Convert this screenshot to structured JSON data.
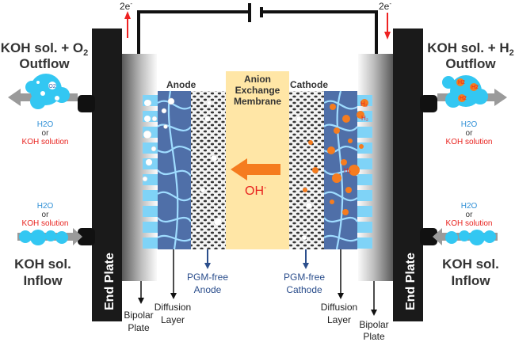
{
  "electron": {
    "left_label": "2e",
    "right_label": "2e",
    "superscript": "-"
  },
  "left": {
    "outflow_title_line1": "KOH sol. + O",
    "outflow_title_sub": "2",
    "outflow_title_line2": "Outflow",
    "outflow_h2o": "H2O",
    "outflow_or": "or",
    "outflow_koh": "KOH solution",
    "inflow_h2o": "H2O",
    "inflow_or": "or",
    "inflow_koh": "KOH solution",
    "inflow_title_line1": "KOH sol.",
    "inflow_title_line2": "Inflow",
    "bubble_label": "O2",
    "end_plate": "End Plate"
  },
  "right": {
    "outflow_title_line1": "KOH sol. + H",
    "outflow_title_sub": "2",
    "outflow_title_line2": "Outflow",
    "outflow_h2o": "H2O",
    "outflow_or": "or",
    "outflow_koh": "KOH solution",
    "inflow_h2o": "H2O",
    "inflow_or": "or",
    "inflow_koh": "KOH solution",
    "inflow_title_line1": "KOH sol.",
    "inflow_title_line2": "Inflow",
    "bubble_label": "H2",
    "end_plate": "End Plate"
  },
  "center": {
    "anode": "Anode",
    "cathode": "Cathode",
    "membrane_line1": "Anion",
    "membrane_line2": "Exchange",
    "membrane_line3": "Membrane",
    "ion": "OH",
    "ion_sup": "-"
  },
  "bottom": {
    "bipolar_left_1": "Bipolar",
    "bipolar_left_2": "Plate",
    "diffusion_left_1": "Diffusion",
    "diffusion_left_2": "Layer",
    "pgm_anode_1": "PGM-free",
    "pgm_anode_2": "Anode",
    "pgm_cathode_1": "PGM-free",
    "pgm_cathode_2": "Cathode",
    "diffusion_right_1": "Diffusion",
    "diffusion_right_2": "Layer",
    "bipolar_right_1": "Bipolar",
    "bipolar_right_2": "Plate"
  },
  "colors": {
    "end_plate": "#1a1a1a",
    "diffusion": "#4f6fa8",
    "fiber": "#8fd0ff",
    "membrane": "#ffe6a6",
    "ion_arrow": "#f57c1f",
    "ion_text": "#e8231f",
    "water_blue": "#2e8fd6",
    "koh_red": "#e8231f",
    "bubble": "#33c7f2",
    "pgm_label": "#2b4e8c"
  }
}
